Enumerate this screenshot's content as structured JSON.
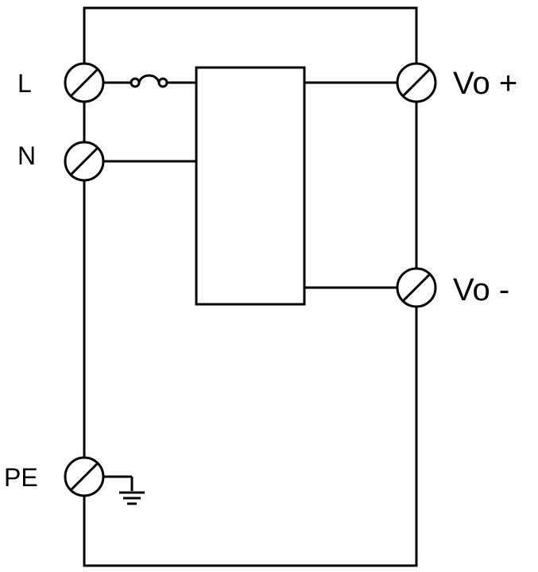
{
  "diagram": {
    "type": "power-supply-wiring",
    "stroke_color": "#000000",
    "background_color": "#ffffff",
    "terminals": {
      "L": {
        "label": "L"
      },
      "N": {
        "label": "N"
      },
      "PE": {
        "label": "PE"
      },
      "vo_plus": {
        "label": "Vo +"
      },
      "vo_minus": {
        "label": "Vo -"
      }
    },
    "symbols": {
      "fuse": "fuse-icon",
      "ground": "ground-icon",
      "terminal": "screw-terminal-icon"
    }
  }
}
